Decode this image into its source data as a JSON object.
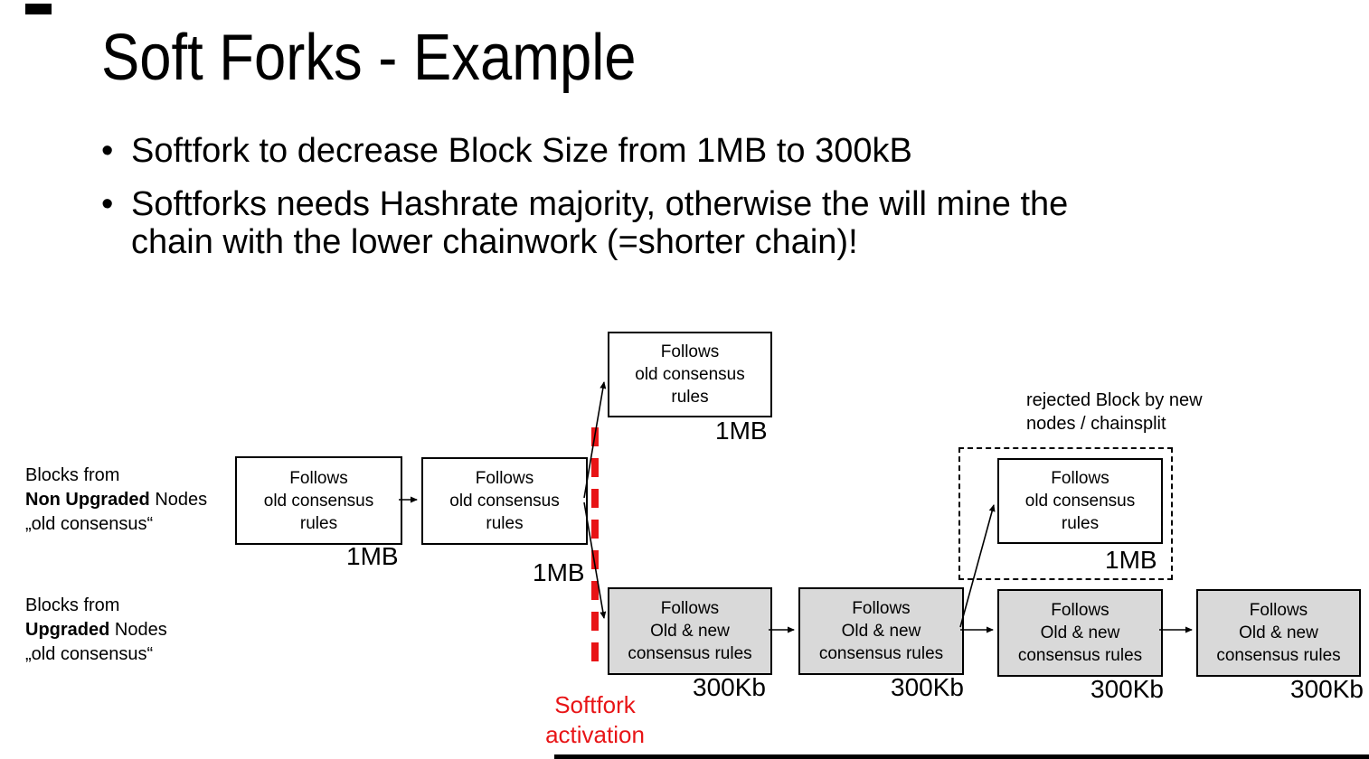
{
  "slide": {
    "title": "Soft Forks - Example",
    "bullets": [
      "Softfork to decrease Block Size from 1MB to 300kB",
      "Softforks needs Hashrate majority, otherwise the will mine the\nchain with the lower chainwork (=shorter chain)!"
    ],
    "bullet_glyph": "•"
  },
  "diagram": {
    "row_labels": {
      "non_upgraded": {
        "line1": "Blocks from",
        "line2_bold": "Non Upgraded",
        "line2_rest": " Nodes",
        "line3": "„old consensus“"
      },
      "upgraded": {
        "line1": "Blocks from",
        "line2_bold": "Upgraded",
        "line2_rest": " Nodes",
        "line3": "„old consensus“"
      }
    },
    "old_block": {
      "text": "Follows\nold consensus\nrules",
      "size": "1MB"
    },
    "new_block": {
      "text": "Follows\nOld & new\nconsensus rules",
      "size": "300Kb"
    },
    "rejected_note": "rejected Block by new\nnodes / chainsplit",
    "softfork_activation": "Softfork\nactivation",
    "colors": {
      "accent_red": "#e81416",
      "new_block_fill": "#d9d9d9",
      "line_color": "#000000"
    }
  }
}
